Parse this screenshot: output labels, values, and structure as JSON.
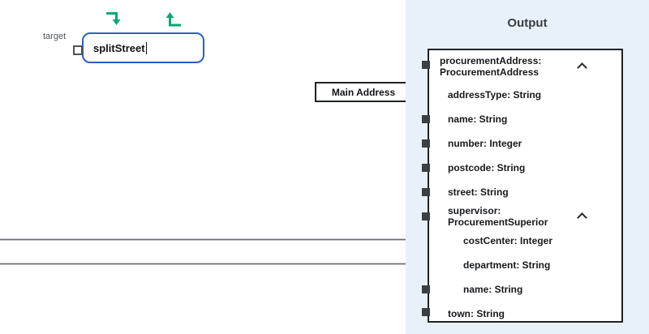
{
  "canvas": {
    "target_label": "target",
    "node": {
      "value": "splitStreet",
      "border_color": "#2a5fc8",
      "action_icons": [
        {
          "name": "arrow-turn-down-icon",
          "color": "#0ca678"
        },
        {
          "name": "arrow-turn-up-icon",
          "color": "#0ca678"
        }
      ]
    },
    "connection_label": "Main Address",
    "wire_color": "#6a6e73",
    "arrowhead_color": "#33363a"
  },
  "output_panel": {
    "title": "Output",
    "background_color": "#e8f1f9",
    "collapse_icon": "chevron-up-icon",
    "fields": [
      {
        "label": "procurementAddress: ProcurementAddress",
        "level": 0,
        "port": "square",
        "expanded": true
      },
      {
        "label": "addressType: String",
        "level": 1,
        "port": "arrow-in"
      },
      {
        "label": "name: String",
        "level": 1,
        "port": "square"
      },
      {
        "label": "number: Integer",
        "level": 1,
        "port": "square"
      },
      {
        "label": "postcode: String",
        "level": 1,
        "port": "square"
      },
      {
        "label": "street: String",
        "level": 1,
        "port": "square"
      },
      {
        "label": "supervisor: ProcurementSuperior",
        "level": 1,
        "port": "square",
        "expanded": true
      },
      {
        "label": "costCenter: Integer",
        "level": 2,
        "port": "arrow-in"
      },
      {
        "label": "department: String",
        "level": 2,
        "port": "arrow-in"
      },
      {
        "label": "name: String",
        "level": 2,
        "port": "square"
      },
      {
        "label": "town: String",
        "level": 1,
        "port": "square"
      }
    ]
  }
}
